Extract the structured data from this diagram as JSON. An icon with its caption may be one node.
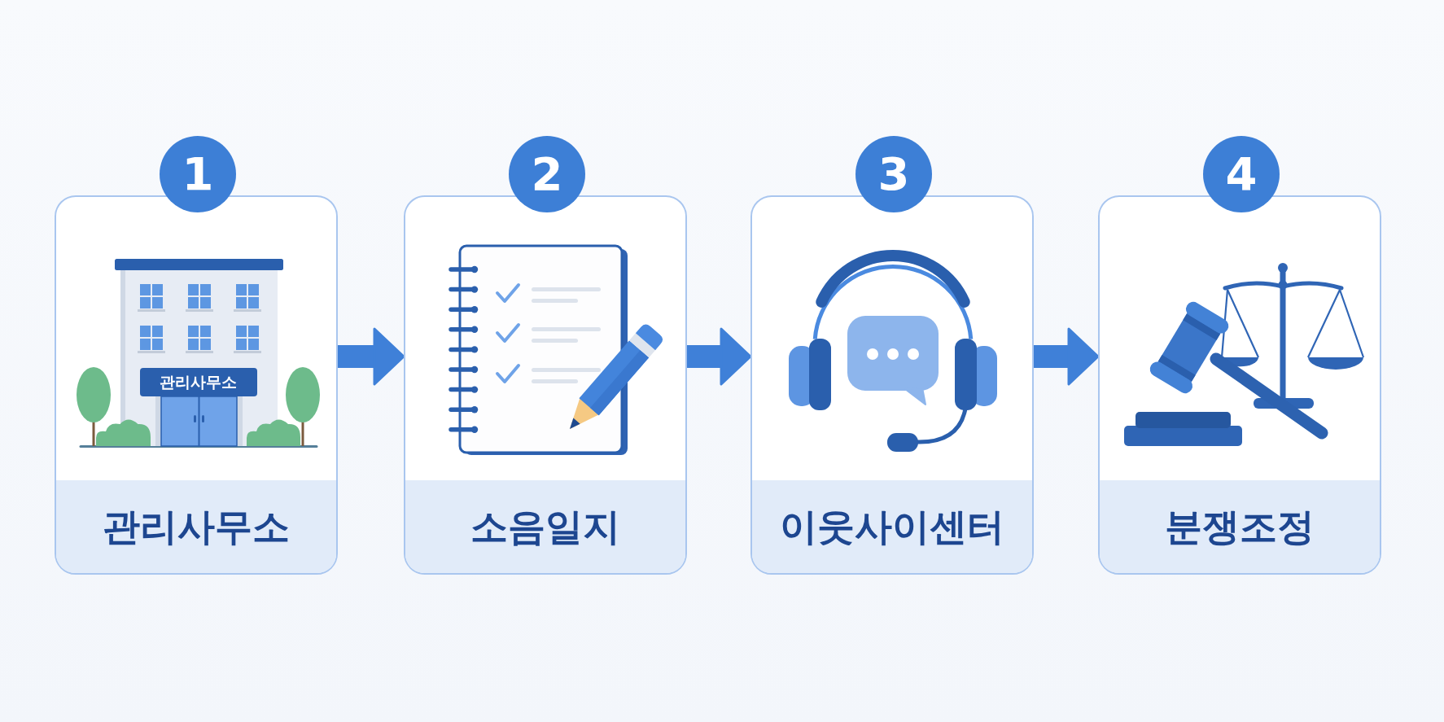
{
  "diagram": {
    "nodes": [
      {
        "text": [
          "1"
        ]
      },
      {
        "text": [
          "관리사무소"
        ]
      },
      {
        "text": [
          "관리사무소"
        ],
        "in": 1
      },
      {
        "text": [
          "2"
        ]
      },
      {
        "text": [
          "소음일지"
        ]
      },
      {
        "text": [
          "3"
        ]
      },
      {
        "text": [
          "이웃사이센터"
        ]
      },
      {
        "text": [
          "4"
        ]
      },
      {
        "text": [
          "분쟁조정"
        ]
      }
    ],
    "edges": [
      {
        "from": 1,
        "to": 4,
        "arrow": "to"
      },
      {
        "from": 4,
        "to": 6,
        "arrow": "to"
      },
      {
        "from": 6,
        "to": 8,
        "arrow": "to"
      }
    ]
  }
}
